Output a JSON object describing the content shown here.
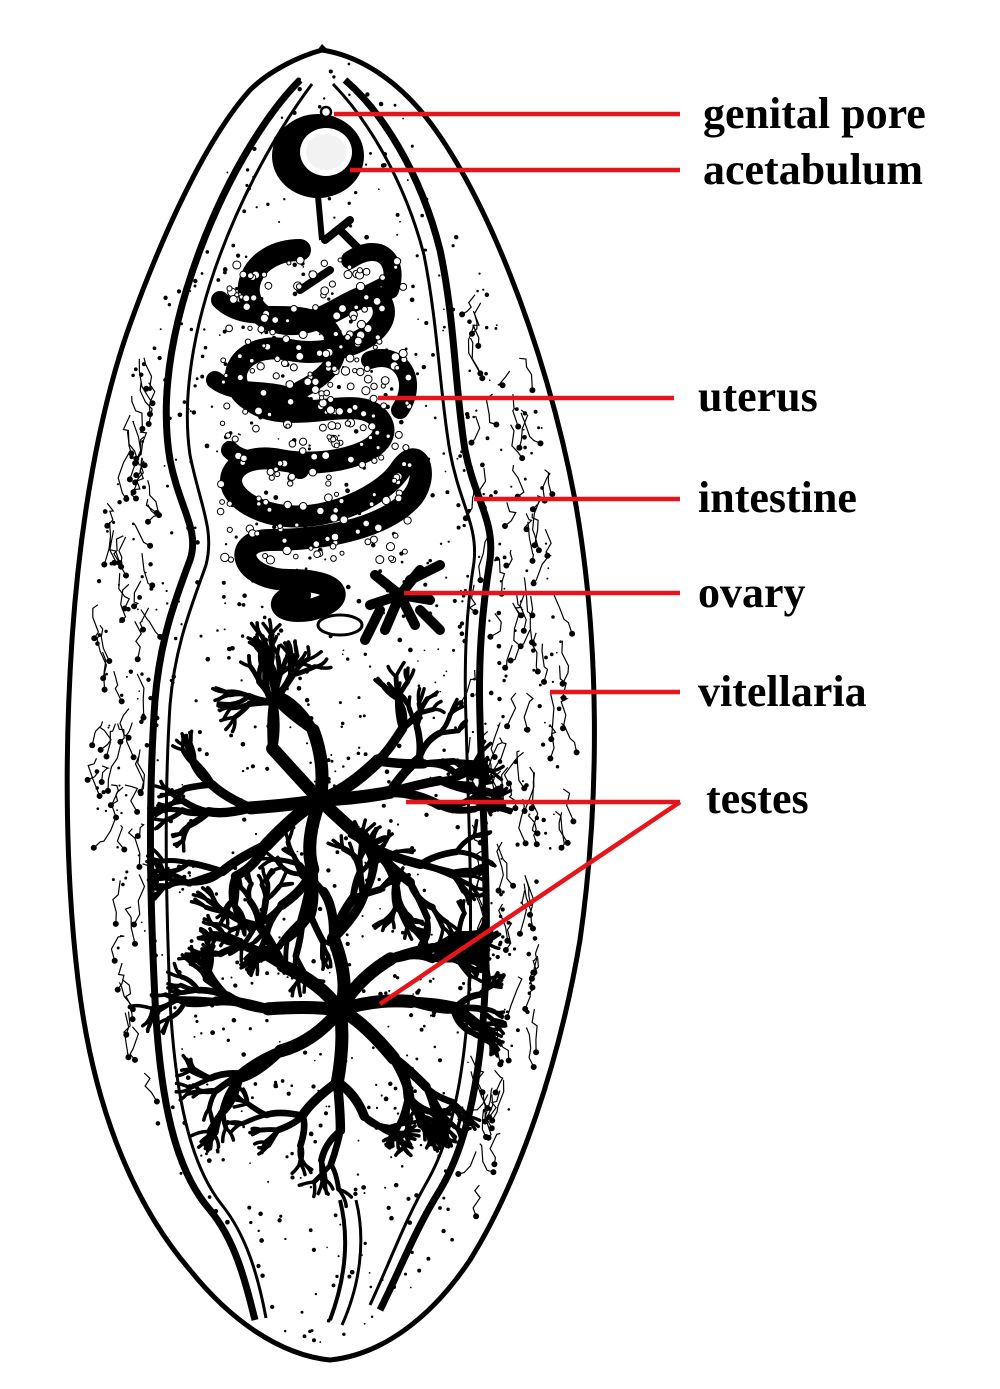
{
  "labels": {
    "genital_pore": "genital pore",
    "acetabulum": "acetabulum",
    "uterus": "uterus",
    "intestine": "intestine",
    "ovary": "ovary",
    "vitellaria": "vitellaria",
    "testes": "testes"
  },
  "colors": {
    "leader_line": "#e8141b",
    "ink": "#000000",
    "background": "#ffffff"
  }
}
